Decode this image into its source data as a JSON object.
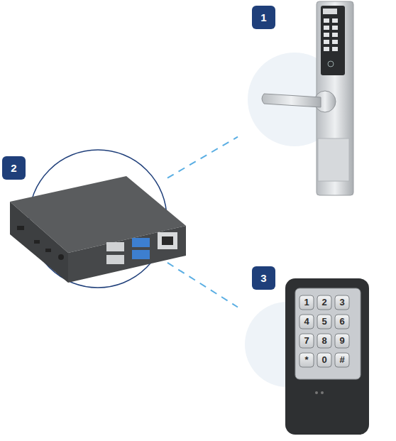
{
  "diagram": {
    "nodes": [
      {
        "text": [
          "1"
        ]
      },
      {
        "text": [
          "2"
        ]
      },
      {
        "text": [
          "3"
        ]
      }
    ],
    "edges": [
      {
        "from": 1,
        "to": 0,
        "arrow": "none"
      },
      {
        "from": 1,
        "to": 2,
        "arrow": "none"
      }
    ],
    "labels": [
      "1",
      "2",
      "3",
      "4",
      "5",
      "6",
      "7",
      "8",
      "9",
      "*",
      "0",
      "#"
    ]
  }
}
